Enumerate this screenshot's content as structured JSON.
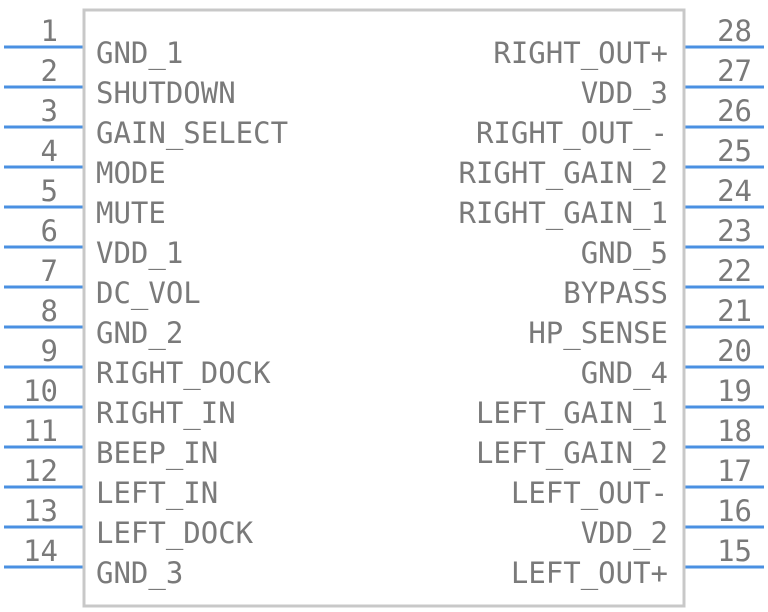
{
  "component": {
    "left_pins": [
      {
        "number": "1",
        "name": "GND_1"
      },
      {
        "number": "2",
        "name": "SHUTDOWN"
      },
      {
        "number": "3",
        "name": "GAIN_SELECT"
      },
      {
        "number": "4",
        "name": "MODE"
      },
      {
        "number": "5",
        "name": "MUTE"
      },
      {
        "number": "6",
        "name": "VDD_1"
      },
      {
        "number": "7",
        "name": "DC_VOL"
      },
      {
        "number": "8",
        "name": "GND_2"
      },
      {
        "number": "9",
        "name": "RIGHT_DOCK"
      },
      {
        "number": "10",
        "name": "RIGHT_IN"
      },
      {
        "number": "11",
        "name": "BEEP_IN"
      },
      {
        "number": "12",
        "name": "LEFT_IN"
      },
      {
        "number": "13",
        "name": "LEFT_DOCK"
      },
      {
        "number": "14",
        "name": "GND_3"
      }
    ],
    "right_pins": [
      {
        "number": "28",
        "name": "RIGHT_OUT+"
      },
      {
        "number": "27",
        "name": "VDD_3"
      },
      {
        "number": "26",
        "name": "RIGHT_OUT_-"
      },
      {
        "number": "25",
        "name": "RIGHT_GAIN_2"
      },
      {
        "number": "24",
        "name": "RIGHT_GAIN_1"
      },
      {
        "number": "23",
        "name": "GND_5"
      },
      {
        "number": "22",
        "name": "BYPASS"
      },
      {
        "number": "21",
        "name": "HP_SENSE"
      },
      {
        "number": "20",
        "name": "GND_4"
      },
      {
        "number": "19",
        "name": "LEFT_GAIN_1"
      },
      {
        "number": "18",
        "name": "LEFT_GAIN_2"
      },
      {
        "number": "17",
        "name": "LEFT_OUT-"
      },
      {
        "number": "16",
        "name": "VDD_2"
      },
      {
        "number": "15",
        "name": "LEFT_OUT+"
      }
    ]
  },
  "colors": {
    "pin_line": "#4a90e2",
    "body_outline": "#c8c8c8",
    "text": "#7a7a7a"
  }
}
